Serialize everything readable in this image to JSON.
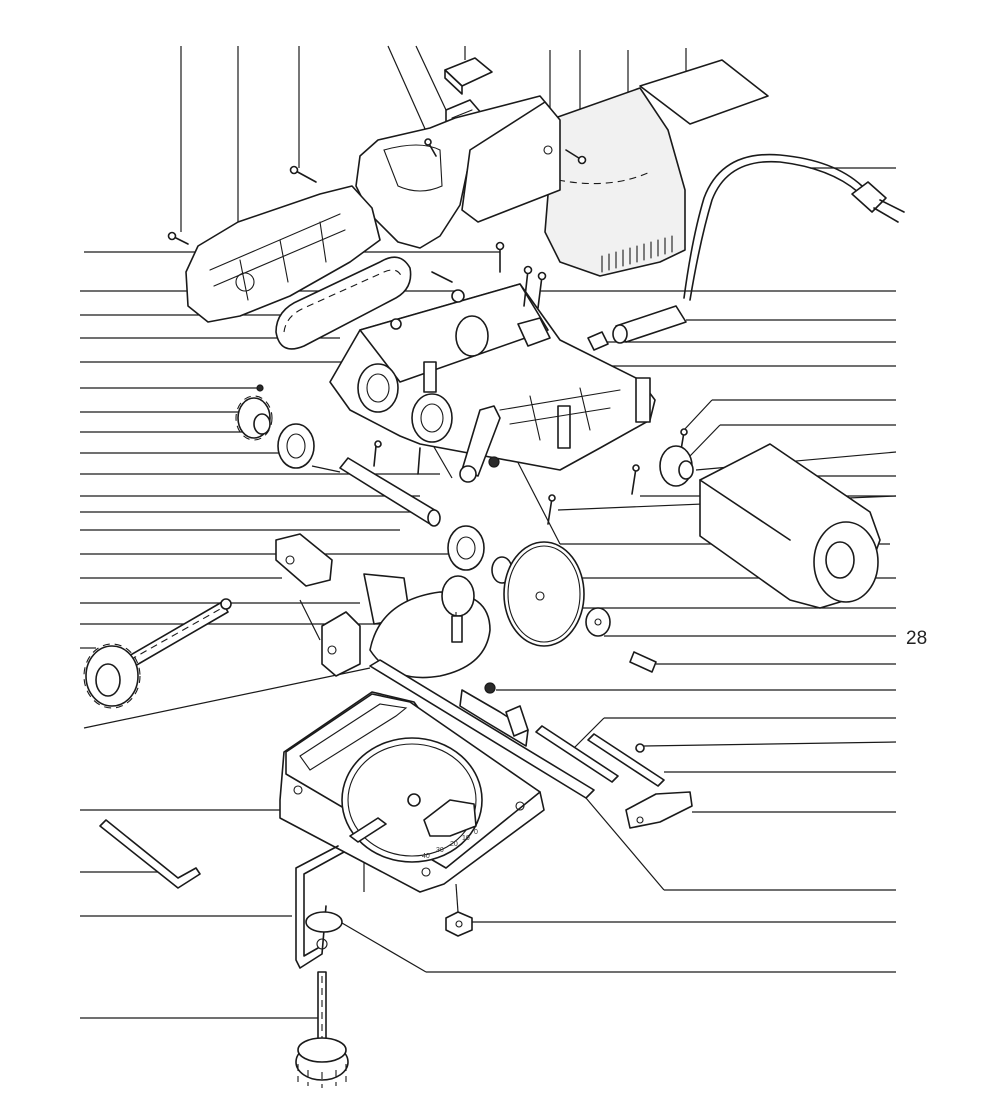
{
  "diagram": {
    "callout_label": "28",
    "scale_marks": [
      "40",
      "30",
      "20",
      "10",
      "0"
    ],
    "colors": {
      "line": "#1a1a1a",
      "background": "#ffffff"
    }
  }
}
